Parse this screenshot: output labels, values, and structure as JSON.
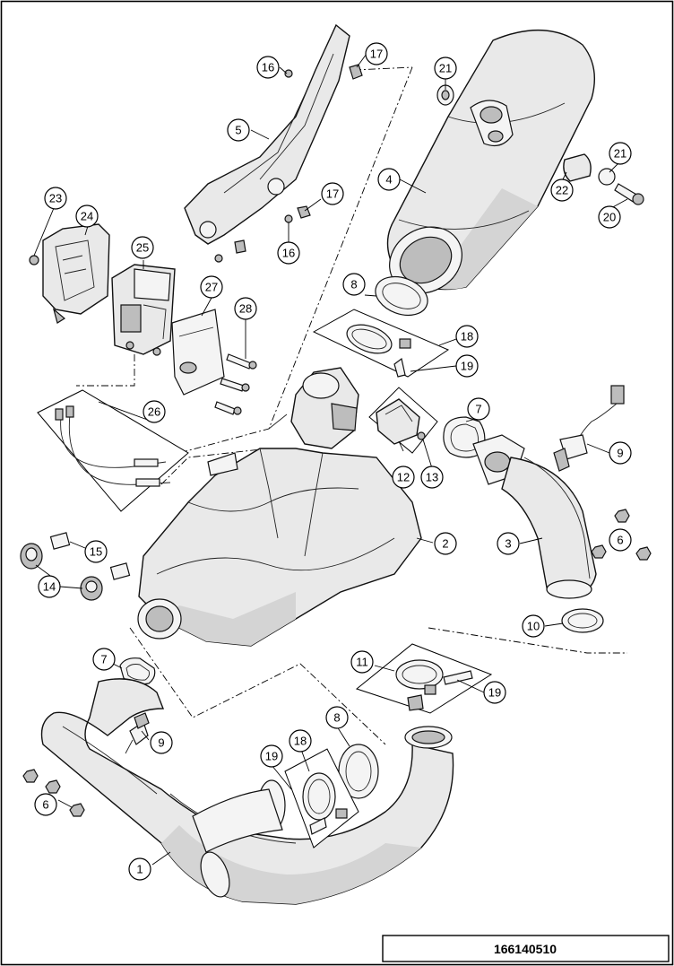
{
  "diagram": {
    "reference_number": "166140510",
    "callouts": [
      {
        "id": "c1",
        "label": "1"
      },
      {
        "id": "c2",
        "label": "2"
      },
      {
        "id": "c3",
        "label": "3"
      },
      {
        "id": "c4",
        "label": "4"
      },
      {
        "id": "c5",
        "label": "5"
      },
      {
        "id": "c6a",
        "label": "6"
      },
      {
        "id": "c6b",
        "label": "6"
      },
      {
        "id": "c7a",
        "label": "7"
      },
      {
        "id": "c7b",
        "label": "7"
      },
      {
        "id": "c8a",
        "label": "8"
      },
      {
        "id": "c8b",
        "label": "8"
      },
      {
        "id": "c9a",
        "label": "9"
      },
      {
        "id": "c9b",
        "label": "9"
      },
      {
        "id": "c10",
        "label": "10"
      },
      {
        "id": "c11",
        "label": "11"
      },
      {
        "id": "c12",
        "label": "12"
      },
      {
        "id": "c13",
        "label": "13"
      },
      {
        "id": "c14",
        "label": "14"
      },
      {
        "id": "c15",
        "label": "15"
      },
      {
        "id": "c16a",
        "label": "16"
      },
      {
        "id": "c16b",
        "label": "16"
      },
      {
        "id": "c17a",
        "label": "17"
      },
      {
        "id": "c17b",
        "label": "17"
      },
      {
        "id": "c18a",
        "label": "18"
      },
      {
        "id": "c18b",
        "label": "18"
      },
      {
        "id": "c19a",
        "label": "19"
      },
      {
        "id": "c19b",
        "label": "19"
      },
      {
        "id": "c19c",
        "label": "19"
      },
      {
        "id": "c20",
        "label": "20"
      },
      {
        "id": "c21a",
        "label": "21"
      },
      {
        "id": "c21b",
        "label": "21"
      },
      {
        "id": "c22",
        "label": "22"
      },
      {
        "id": "c23",
        "label": "23"
      },
      {
        "id": "c24",
        "label": "24"
      },
      {
        "id": "c25",
        "label": "25"
      },
      {
        "id": "c26",
        "label": "26"
      },
      {
        "id": "c27",
        "label": "27"
      },
      {
        "id": "c28",
        "label": "28"
      }
    ]
  }
}
